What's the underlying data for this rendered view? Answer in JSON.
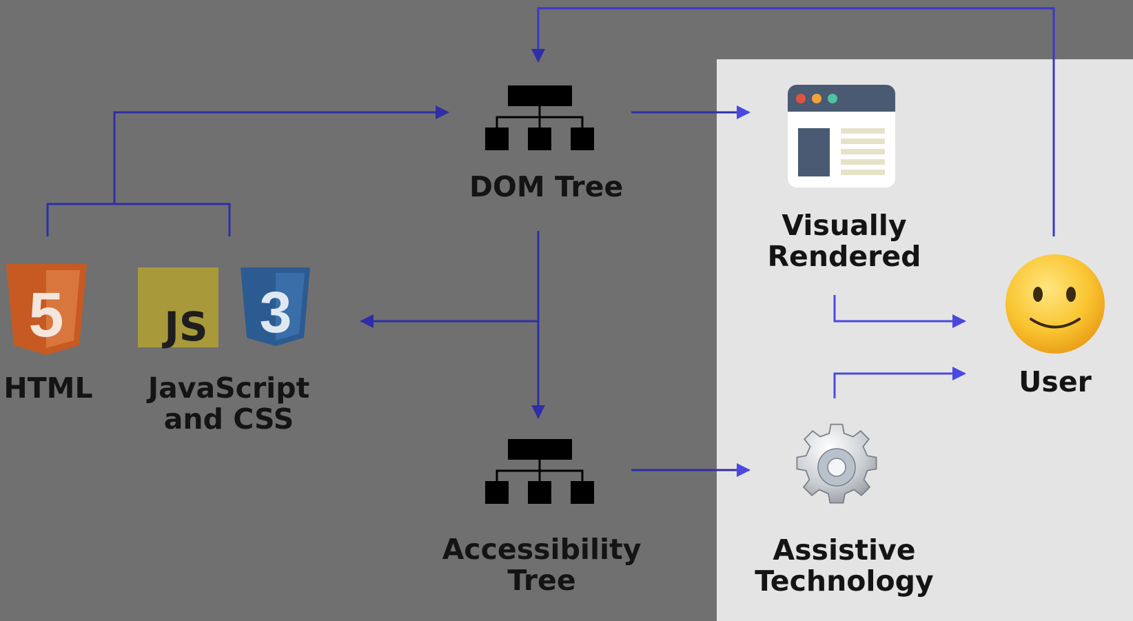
{
  "nodes": {
    "dom_tree": {
      "label": "DOM Tree"
    },
    "html": {
      "label": "HTML",
      "badge": "5"
    },
    "js_css": {
      "label_line1": "JavaScript",
      "label_line2": "and CSS",
      "js_badge": "JS",
      "css_badge": "3"
    },
    "accessibility_tree": {
      "label_line1": "Accessibility",
      "label_line2": "Tree"
    },
    "visually_rendered": {
      "label_line1": "Visually",
      "label_line2": "Rendered"
    },
    "assistive_technology": {
      "label_line1": "Assistive",
      "label_line2": "Technology"
    },
    "user": {
      "label": "User"
    }
  },
  "colors": {
    "background_dark": "#707070",
    "panel_light": "#e4e4e4",
    "arrow_dark_side": "#2f2ea6",
    "arrow_light_side": "#4a48e0",
    "html_logo": "#c65a22",
    "js_logo": "#a89a3a",
    "css_logo": "#2c5b92"
  }
}
